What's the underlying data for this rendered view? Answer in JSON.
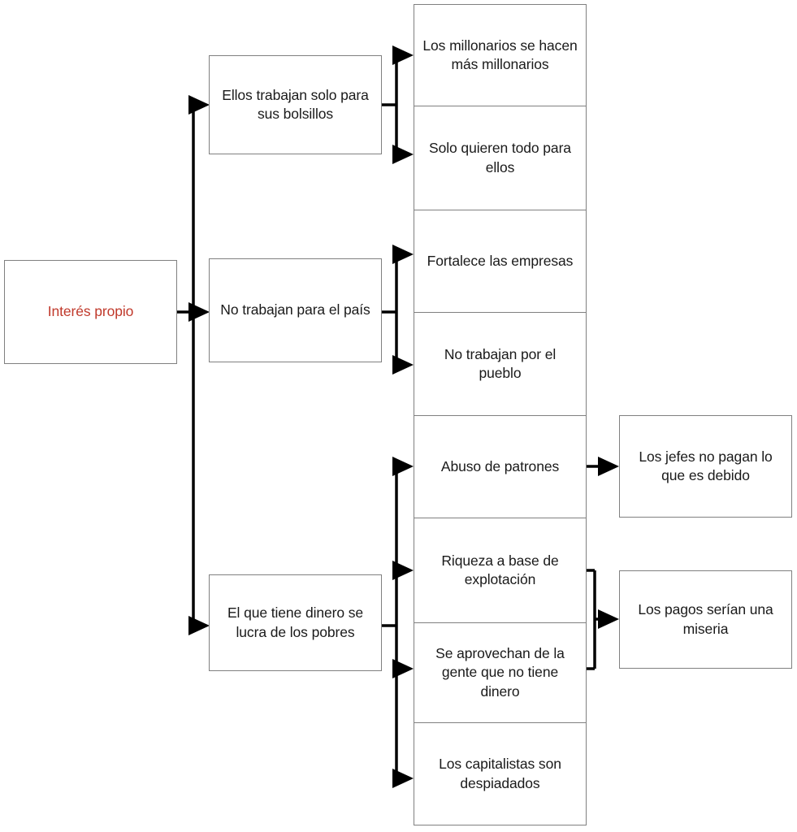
{
  "diagram": {
    "title": "Interés propio",
    "type": "concept-map",
    "text_color": "#1a1a1a",
    "root_text_color": "#c0392b",
    "border_color": "#808080",
    "connector_color": "#000000",
    "background": "#ffffff"
  },
  "root": {
    "label": "Interés propio"
  },
  "level2": [
    {
      "id": "l2-0",
      "label": "Ellos trabajan solo para sus bolsillos"
    },
    {
      "id": "l2-1",
      "label": "No trabajan para el país"
    },
    {
      "id": "l2-2",
      "label": "El que tiene dinero se lucra de los pobres"
    }
  ],
  "level3": [
    {
      "id": "l3-0",
      "parent": "l2-0",
      "label": "Los millonarios se hacen más millonarios"
    },
    {
      "id": "l3-1",
      "parent": "l2-0",
      "label": "Solo quieren todo para ellos"
    },
    {
      "id": "l3-2",
      "parent": "l2-1",
      "label": "Fortalece las empresas"
    },
    {
      "id": "l3-3",
      "parent": "l2-1",
      "label": "No trabajan por el pueblo"
    },
    {
      "id": "l3-4",
      "parent": "l2-2",
      "label": "Abuso de patrones"
    },
    {
      "id": "l3-5",
      "parent": "l2-2",
      "label": "Riqueza a base de explotación"
    },
    {
      "id": "l3-6",
      "parent": "l2-2",
      "label": "Se aprovechan de la gente que no tiene dinero"
    },
    {
      "id": "l3-7",
      "parent": "l2-2",
      "label": "Los capitalistas son despiadados"
    }
  ],
  "level4": [
    {
      "id": "l4-0",
      "parents": [
        "l3-4"
      ],
      "label": "Los jefes no pagan lo que es debido"
    },
    {
      "id": "l4-1",
      "parents": [
        "l3-5",
        "l3-6"
      ],
      "label": "Los pagos serían una miseria"
    }
  ]
}
